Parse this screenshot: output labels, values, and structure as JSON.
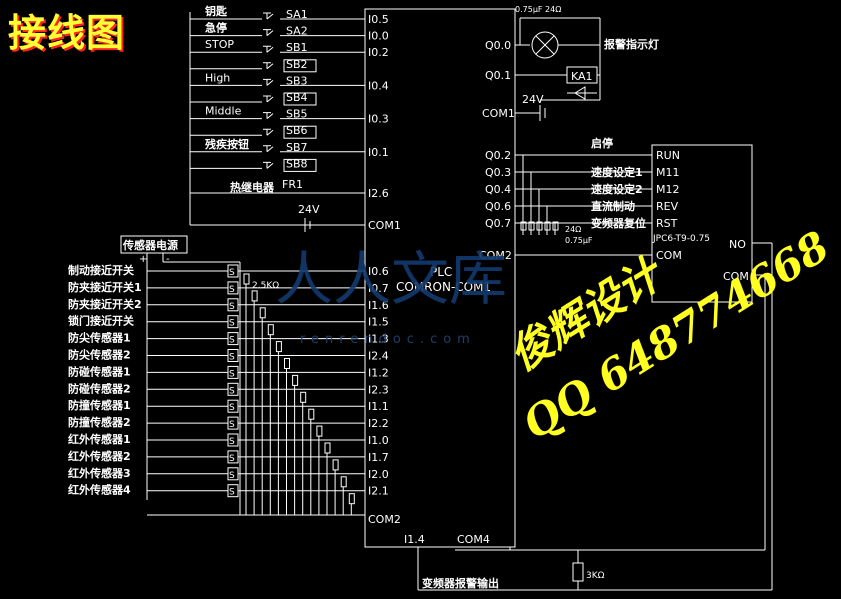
{
  "title": "接线图",
  "watermarks": {
    "designer": "俊辉设计",
    "qq": "QQ 648774668",
    "site_logo": "人人文库",
    "site_url": "renrendoc.com"
  },
  "colors": {
    "background": "#000000",
    "lines": "#ffffff",
    "title": "#ffff33",
    "title_shadow": "#ff2222",
    "watermark": "#ffff22",
    "site_watermark": "#123a6e"
  },
  "plc": {
    "label_line1": "PLC",
    "label_line2": "COMRON-COM1",
    "bottom_i14": "I1.4",
    "bottom_com4": "COM4"
  },
  "switches": [
    {
      "label": "钥匙",
      "tag": "SA1",
      "input": "I0.5"
    },
    {
      "label": "急停",
      "tag": "SA2",
      "input": "I0.0"
    },
    {
      "label": "STOP",
      "tag": "SB1",
      "input": "I0.2"
    },
    {
      "label": "",
      "tag": "SB2",
      "input": ""
    },
    {
      "label": "High",
      "tag": "SB3",
      "input": "I0.4"
    },
    {
      "label": "",
      "tag": "SB4",
      "input": ""
    },
    {
      "label": "Middle",
      "tag": "SB5",
      "input": "I0.3"
    },
    {
      "label": "",
      "tag": "SB6",
      "input": ""
    },
    {
      "label": "残疾按钮",
      "tag": "SB7",
      "input": "I0.1"
    },
    {
      "label": "",
      "tag": "SB8",
      "input": ""
    }
  ],
  "thermal": {
    "label": "热继电器",
    "tag": "FR1",
    "input": "I2.6"
  },
  "supply1": {
    "voltage": "24V",
    "com": "COM1"
  },
  "sensor_power_label": "传感器电源",
  "sensor_resistor": "2.5K",
  "sensors": [
    {
      "label": "制动接近开关",
      "input": "I0.6"
    },
    {
      "label": "防夹接近开关1",
      "input": "I0.7"
    },
    {
      "label": "防夹接近开关2",
      "input": "I1.6"
    },
    {
      "label": "锁门接近开关",
      "input": "I1.5"
    },
    {
      "label": "防尖传感器1",
      "input": "I1.3"
    },
    {
      "label": "防尖传感器2",
      "input": "I2.4"
    },
    {
      "label": "防碰传感器1",
      "input": "I1.2"
    },
    {
      "label": "防碰传感器2",
      "input": "I2.3"
    },
    {
      "label": "防撞传感器1",
      "input": "I1.1"
    },
    {
      "label": "防撞传感器2",
      "input": "I2.2"
    },
    {
      "label": "红外传感器1",
      "input": "I1.0"
    },
    {
      "label": "红外传感器2",
      "input": "I1.7"
    },
    {
      "label": "红外传感器3",
      "input": "I2.0"
    },
    {
      "label": "红外传感器4",
      "input": "I2.1"
    }
  ],
  "com2_left": "COM2",
  "outputs_top": {
    "q00": "Q0.0",
    "q01": "Q0.1",
    "com1": "COM1",
    "lamp_label": "报警指示灯",
    "relay": "KA1",
    "supply": "24V",
    "rc_top": "0.75μF 24Ω"
  },
  "outputs_vfd": [
    {
      "q": "Q0.2",
      "func": "启停",
      "terminal": "RUN"
    },
    {
      "q": "Q0.3",
      "func": "速度设定1",
      "terminal": "M11"
    },
    {
      "q": "Q0.4",
      "func": "速度设定2",
      "terminal": "M12"
    },
    {
      "q": "Q0.6",
      "func": "直流制动",
      "terminal": "REV"
    },
    {
      "q": "Q0.7",
      "func": "变频器复位",
      "terminal": "RST"
    }
  ],
  "rc_bottom": "24Ω",
  "rc_bottom2": "0.75μF",
  "com2_right": "COM2",
  "vfd": {
    "model": "JPC6-T9-0.75",
    "no": "NO",
    "com_left": "COM",
    "com_right": "COM"
  },
  "resistor_bottom": "3KΩ",
  "alarm_output_label": "变频器报警输出"
}
